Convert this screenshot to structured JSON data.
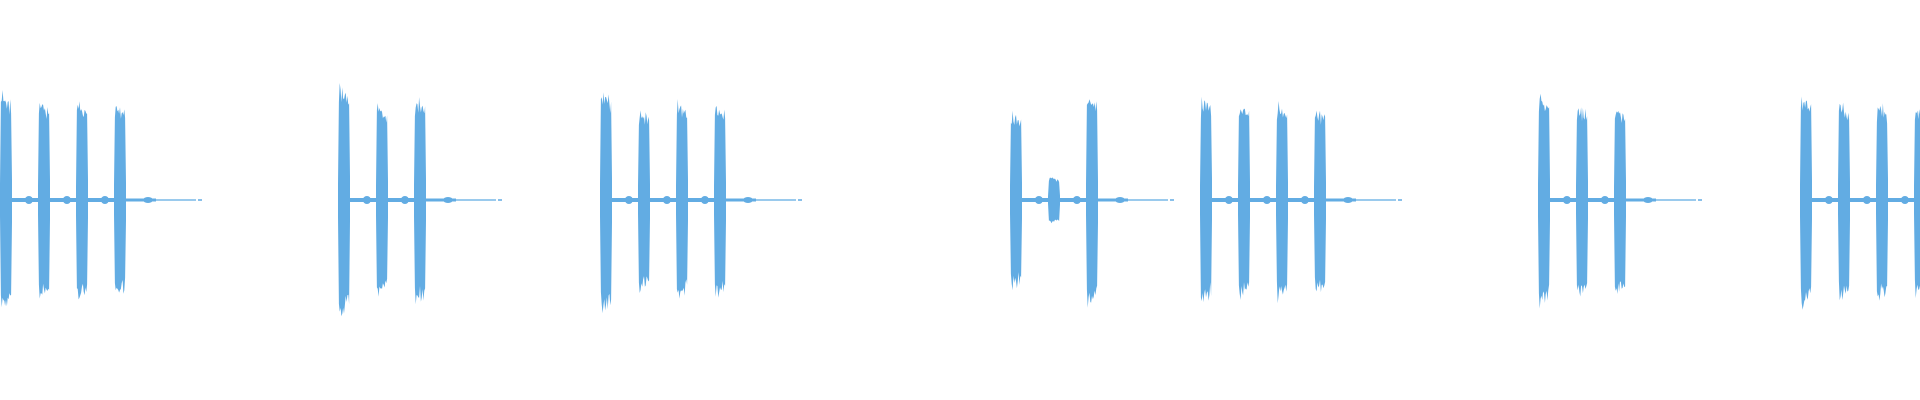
{
  "waveform": {
    "color": "#62ace3",
    "background": "#ffffff",
    "groups": [
      {
        "bursts": [
          {
            "amp": 0.95,
            "variant": 0
          },
          {
            "amp": 0.87,
            "variant": 1
          },
          {
            "amp": 0.88,
            "variant": 2
          },
          {
            "amp": 0.85,
            "variant": 3
          }
        ],
        "tail": 0.3
      },
      {
        "bursts": [
          {
            "amp": 1.0,
            "variant": 1
          },
          {
            "amp": 0.85,
            "variant": 2
          },
          {
            "amp": 0.91,
            "variant": 0
          }
        ],
        "tail": 0.3
      },
      {
        "bursts": [
          {
            "amp": 0.97,
            "variant": 2
          },
          {
            "amp": 0.8,
            "variant": 3
          },
          {
            "amp": 0.87,
            "variant": 1
          },
          {
            "amp": 0.84,
            "variant": 0
          }
        ],
        "tail": 0.3
      },
      {
        "bursts": [
          {
            "amp": 0.78,
            "variant": 3
          },
          {
            "amp": 0.2,
            "variant": 4
          },
          {
            "amp": 0.92,
            "variant": 0
          }
        ],
        "tail": 0.3
      },
      {
        "bursts": [
          {
            "amp": 0.91,
            "variant": 1
          },
          {
            "amp": 0.84,
            "variant": 2
          },
          {
            "amp": 0.86,
            "variant": 3
          },
          {
            "amp": 0.82,
            "variant": 0
          }
        ],
        "tail": 0.3
      },
      {
        "bursts": [
          {
            "amp": 0.92,
            "variant": 0
          },
          {
            "amp": 0.85,
            "variant": 1
          },
          {
            "amp": 0.82,
            "variant": 2
          }
        ],
        "tail": 0.3
      },
      {
        "bursts": [
          {
            "amp": 0.93,
            "variant": 2
          },
          {
            "amp": 0.87,
            "variant": 3
          },
          {
            "amp": 0.87,
            "variant": 1
          },
          {
            "amp": 0.82,
            "variant": 0
          }
        ],
        "tail": 0.0
      }
    ]
  }
}
